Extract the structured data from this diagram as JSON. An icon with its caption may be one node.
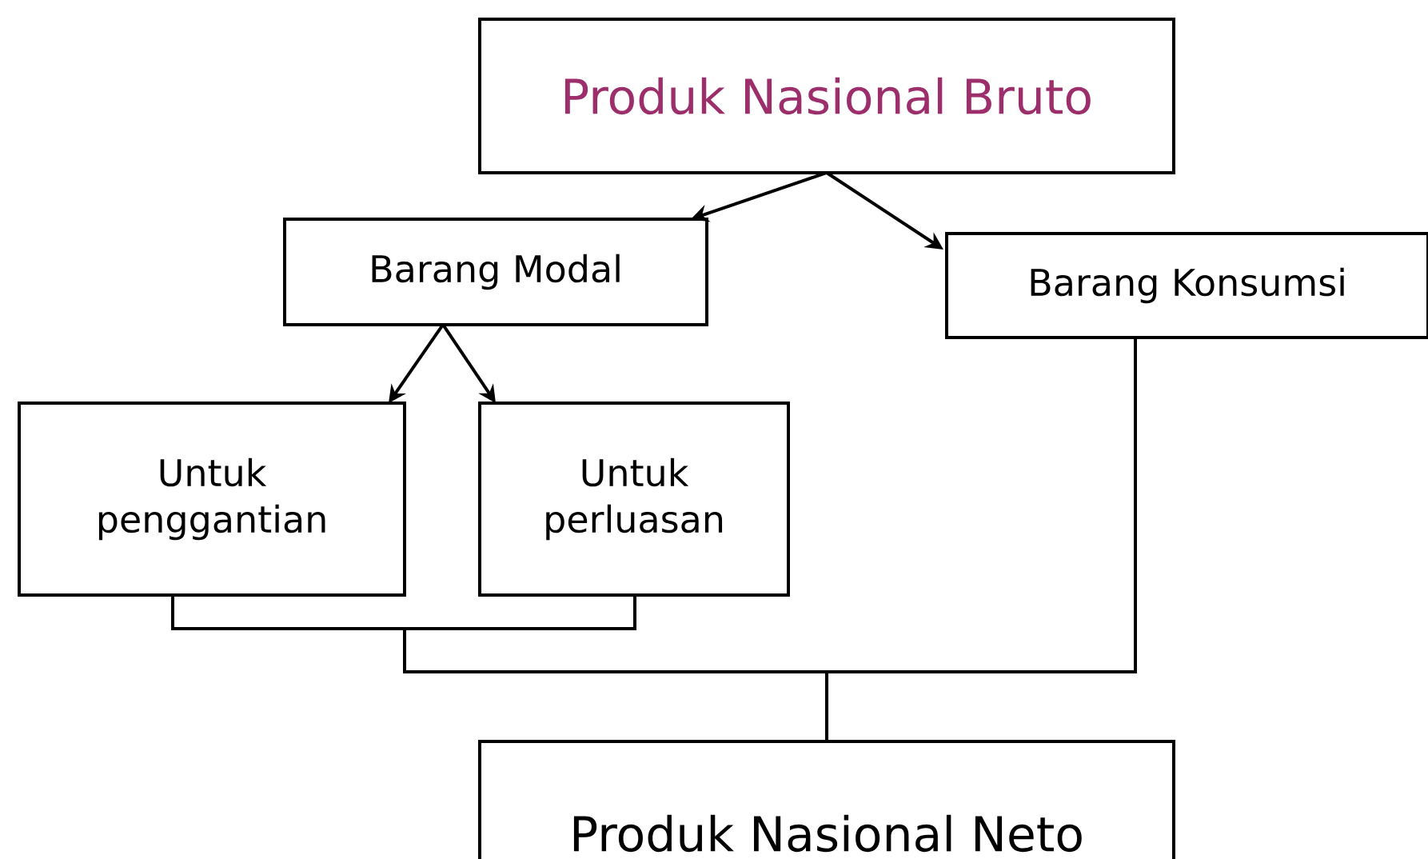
{
  "diagram": {
    "nodes": [
      {
        "text": [
          "Produk Nasional Bruto"
        ]
      },
      {
        "text": [
          "Barang Modal"
        ]
      },
      {
        "text": [
          "Barang Konsumsi"
        ]
      },
      {
        "text": [
          "Untuk penggantian"
        ]
      },
      {
        "text": [
          "Untuk perluasan"
        ]
      },
      {
        "text": [
          "Produk Nasional Neto"
        ]
      }
    ],
    "edges": [
      {
        "from": 0,
        "to": 1,
        "arrow": "to"
      },
      {
        "from": 0,
        "to": 2,
        "arrow": "to"
      },
      {
        "from": 1,
        "to": 3,
        "arrow": "to"
      },
      {
        "from": 1,
        "to": 4,
        "arrow": "to"
      },
      {
        "from": 3,
        "to": 5,
        "arrow": "none"
      },
      {
        "from": 4,
        "to": 5,
        "arrow": "none"
      },
      {
        "from": 2,
        "to": 5,
        "arrow": "none"
      }
    ]
  }
}
